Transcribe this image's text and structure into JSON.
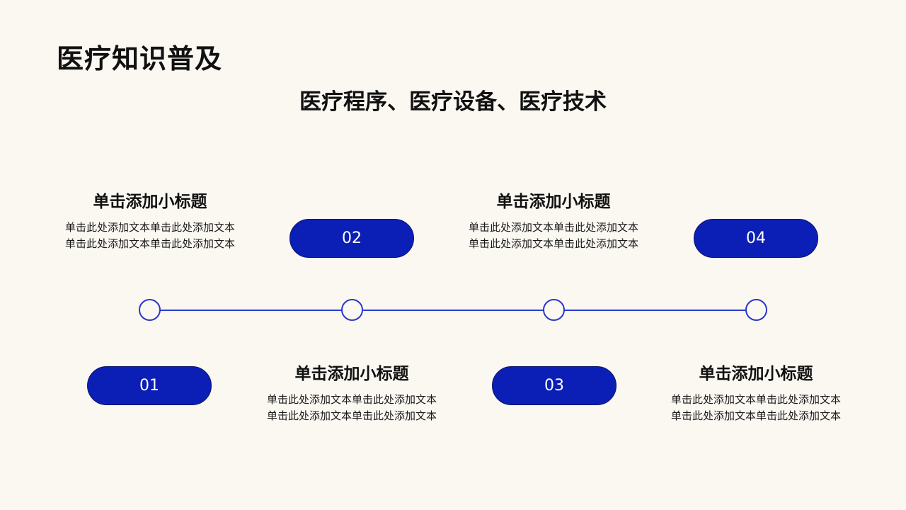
{
  "slide": {
    "title": "医疗知识普及",
    "subtitle": "医疗程序、医疗设备、医疗技术"
  },
  "steps": [
    {
      "number": "01",
      "heading": "单击添加小标题",
      "text_line_1": "单击此处添加文本单击此处添加文本",
      "text_line_2": "单击此处添加文本单击此处添加文本"
    },
    {
      "number": "02",
      "heading": "单击添加小标题",
      "text_line_1": "单击此处添加文本单击此处添加文本",
      "text_line_2": "单击此处添加文本单击此处添加文本"
    },
    {
      "number": "03",
      "heading": "单击添加小标题",
      "text_line_1": "单击此处添加文本单击此处添加文本",
      "text_line_2": "单击此处添加文本单击此处添加文本"
    },
    {
      "number": "04",
      "heading": "单击添加小标题",
      "text_line_1": "单击此处添加文本单击此处添加文本",
      "text_line_2": "单击此处添加文本单击此处添加文本"
    }
  ],
  "colors": {
    "background": "#fbf8f2",
    "accent": "#0b1fb6",
    "line": "#2b3fd0"
  }
}
